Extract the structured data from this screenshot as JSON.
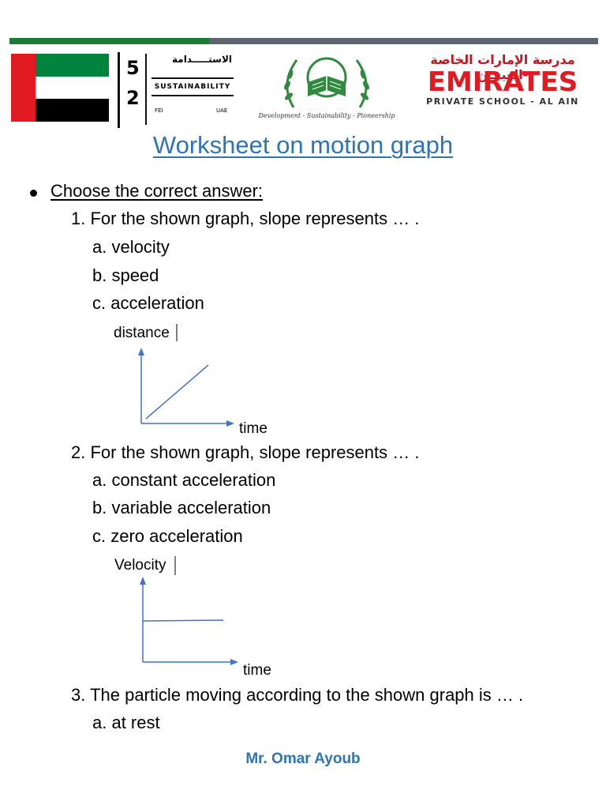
{
  "header": {
    "sustainability": {
      "digit_top": "5",
      "digit_bottom": "2",
      "arabic": "الاستـــــدامة",
      "label": "SUSTAINABILITY",
      "small_left": "FEI",
      "small_right": "UAE"
    },
    "crest_tagline": "Development - Sustainability - Pioneership",
    "school": {
      "arabic": "مدرسة الإمارات الخاصة -العيـــن",
      "name": "EMIRATES",
      "sub": "PRIVATE SCHOOL - AL AIN"
    },
    "colors": {
      "top_bar_green": "#1f7a3a",
      "top_bar_gray": "#5c6670",
      "flag_red": "#e21b23",
      "flag_green": "#00843d"
    }
  },
  "title": "Worksheet on motion graph",
  "instruction": "Choose the correct answer:",
  "questions": [
    {
      "stem": "1. For the shown graph, slope represents … .",
      "options": [
        "a. velocity",
        "b. speed",
        "c. acceleration"
      ],
      "graph": {
        "y_label": "distance",
        "x_label": "time",
        "shape": "increasing-line"
      }
    },
    {
      "stem": "2. For the shown graph, slope represents … .",
      "options": [
        "a. constant acceleration",
        "b. variable acceleration",
        "c. zero acceleration"
      ],
      "graph": {
        "y_label": "Velocity",
        "x_label": "time",
        "shape": "horizontal-line"
      }
    },
    {
      "stem": "3. The particle moving according to the shown graph is … .",
      "options": [
        "a. at rest"
      ]
    }
  ],
  "footer": "Mr. Omar Ayoub",
  "accent_color": "#2e75b6",
  "graph_color": "#4472c4"
}
